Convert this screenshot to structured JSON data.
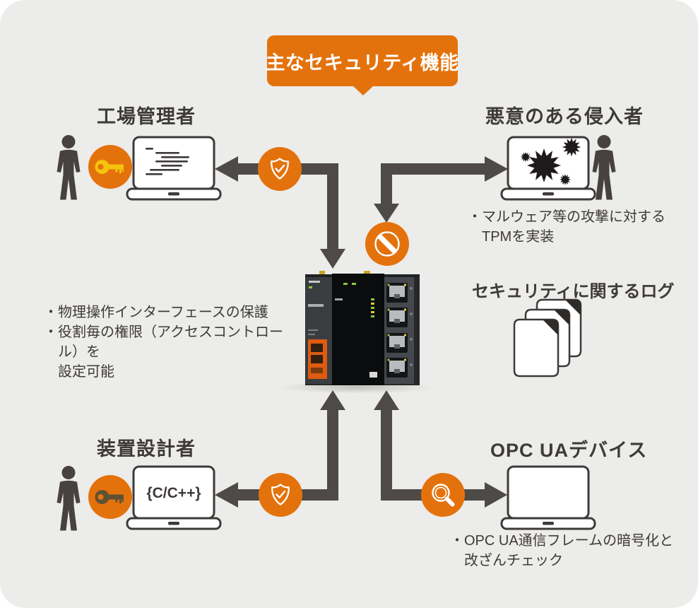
{
  "colors": {
    "page-bg": "#FFFFFF",
    "panel": "#ECECEA",
    "accent": "#E4720C",
    "ink": "#3E3A39",
    "icon": "#474240",
    "arrow": "#4E4A47",
    "key-yellow": "#F5C30E",
    "key-dark": "#5E5133",
    "burst": "#1D1A19"
  },
  "banner": {
    "title": "主なセキュリティ機能"
  },
  "headings": {
    "factory_admin": "工場管理者",
    "intruder": "悪意のある侵入者",
    "designer": "装置設計者",
    "opcua": "OPC UAデバイス",
    "log": "セキュリティに関するログ"
  },
  "notes": {
    "left": {
      "b1": "・",
      "l1": "物理操作インターフェースの保護",
      "b2": "・",
      "l2": "役割毎の権限（アクセスコントロール）を",
      "l3": "設定可能"
    },
    "intruder": {
      "b": "・",
      "l1": "マルウェア等の攻撃に対する",
      "l2": "TPMを実装"
    },
    "opcua": {
      "b": "・",
      "l1": "OPC UA通信フレームの暗号化と",
      "l2": "改ざんチェック"
    }
  },
  "laptops": {
    "designer_screen_text": "{C/C++}"
  }
}
